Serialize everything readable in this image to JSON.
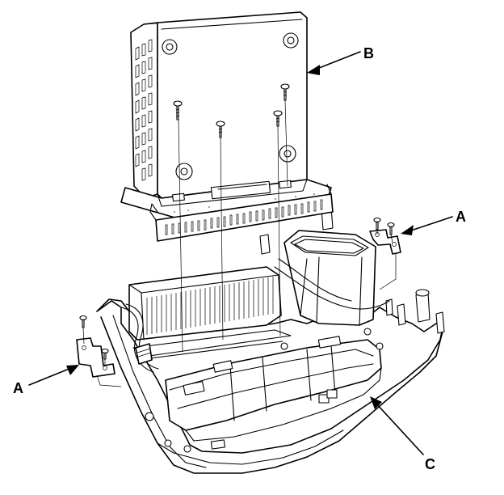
{
  "labels": {
    "a_right": "A",
    "a_left": "A",
    "b": "B",
    "c": "C"
  }
}
